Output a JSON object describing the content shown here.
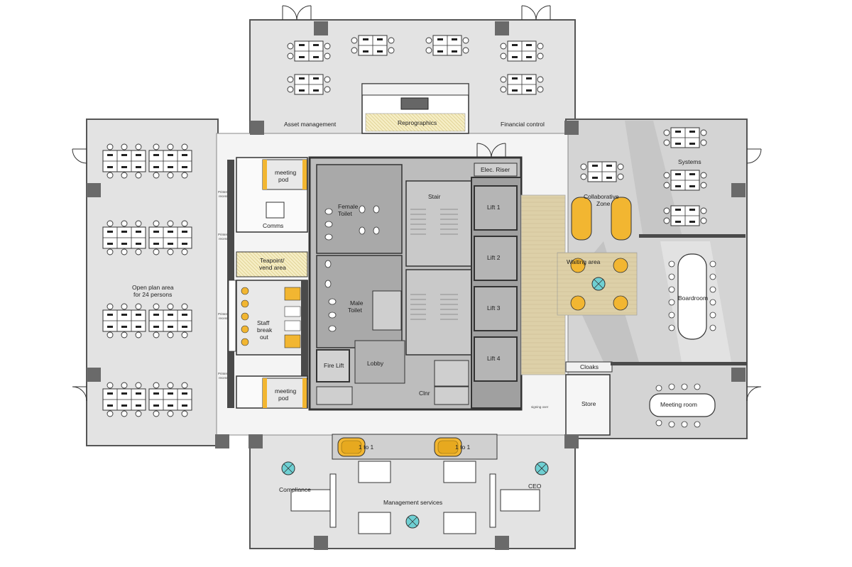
{
  "plan": {
    "wings": {
      "north": [
        {
          "id": "asset",
          "text": "Asset management"
        },
        {
          "id": "repro",
          "text": "Reprographics"
        },
        {
          "id": "financial",
          "text": "Financial control"
        }
      ],
      "west": [
        {
          "id": "openplan1",
          "text": "Open plan area"
        },
        {
          "id": "openplan2",
          "text": "for 24 persons"
        }
      ],
      "east": [
        {
          "id": "systems",
          "text": "Systems"
        },
        {
          "id": "collab1",
          "text": "Collaborative"
        },
        {
          "id": "collab2",
          "text": "Zone"
        },
        {
          "id": "waiting",
          "text": "Waiting area"
        },
        {
          "id": "boardroom",
          "text": "Boardroom"
        },
        {
          "id": "cloaks",
          "text": "Cloaks"
        },
        {
          "id": "store",
          "text": "Store"
        },
        {
          "id": "meetingroom",
          "text": "Meeting room"
        }
      ],
      "south": [
        {
          "id": "onetoone_a",
          "text": "1 to 1"
        },
        {
          "id": "onetoone_b",
          "text": "1 to 1"
        },
        {
          "id": "compliance",
          "text": "Compliance"
        },
        {
          "id": "mgmt",
          "text": "Management services"
        },
        {
          "id": "ceo",
          "text": "CEO"
        }
      ]
    },
    "core": [
      {
        "id": "pod_top1",
        "text": "meeting"
      },
      {
        "id": "pod_top2",
        "text": "pod"
      },
      {
        "id": "comms",
        "text": "Comms"
      },
      {
        "id": "tea1",
        "text": "Teapoint/"
      },
      {
        "id": "tea2",
        "text": "vend area"
      },
      {
        "id": "staff1",
        "text": "Staff"
      },
      {
        "id": "staff2",
        "text": "break"
      },
      {
        "id": "staff3",
        "text": "out"
      },
      {
        "id": "pod_bot1",
        "text": "meeting"
      },
      {
        "id": "pod_bot2",
        "text": "pod"
      },
      {
        "id": "female1",
        "text": "Female"
      },
      {
        "id": "female2",
        "text": "Toilet"
      },
      {
        "id": "male1",
        "text": "Male"
      },
      {
        "id": "male2",
        "text": "Toilet"
      },
      {
        "id": "stair",
        "text": "Stair"
      },
      {
        "id": "fire_lift",
        "text": "Fire Lift"
      },
      {
        "id": "lobby",
        "text": "Lobby"
      },
      {
        "id": "clnr",
        "text": "Clnr"
      },
      {
        "id": "elec",
        "text": "Elec. Riser"
      },
      {
        "id": "lift1",
        "text": "Lift 1"
      },
      {
        "id": "lift2",
        "text": "Lift 2"
      },
      {
        "id": "lift3",
        "text": "Lift 3"
      },
      {
        "id": "lift4",
        "text": "Lift 4"
      }
    ],
    "small_notes": [
      {
        "id": "pn1",
        "text": "Printer"
      },
      {
        "id": "pn2",
        "text": "recess"
      },
      {
        "id": "pn3",
        "text": "Printer"
      },
      {
        "id": "pn4",
        "text": "recess"
      },
      {
        "id": "pn5",
        "text": "Printer"
      },
      {
        "id": "pn6",
        "text": "recess"
      },
      {
        "id": "pn7",
        "text": "Printer"
      },
      {
        "id": "pn8",
        "text": "recess"
      },
      {
        "id": "sign",
        "text": "signing over"
      }
    ],
    "colors": {
      "wall": "#4a4a4a",
      "floor_light": "#e3e3e3",
      "floor_core": "#bdbdbd",
      "floor_dark": "#a8a8a8",
      "accent_yellow": "#f2b631",
      "accent_teal": "#6fd0d3",
      "timber": "#dccfa6",
      "column": "#6a6a6a"
    }
  }
}
